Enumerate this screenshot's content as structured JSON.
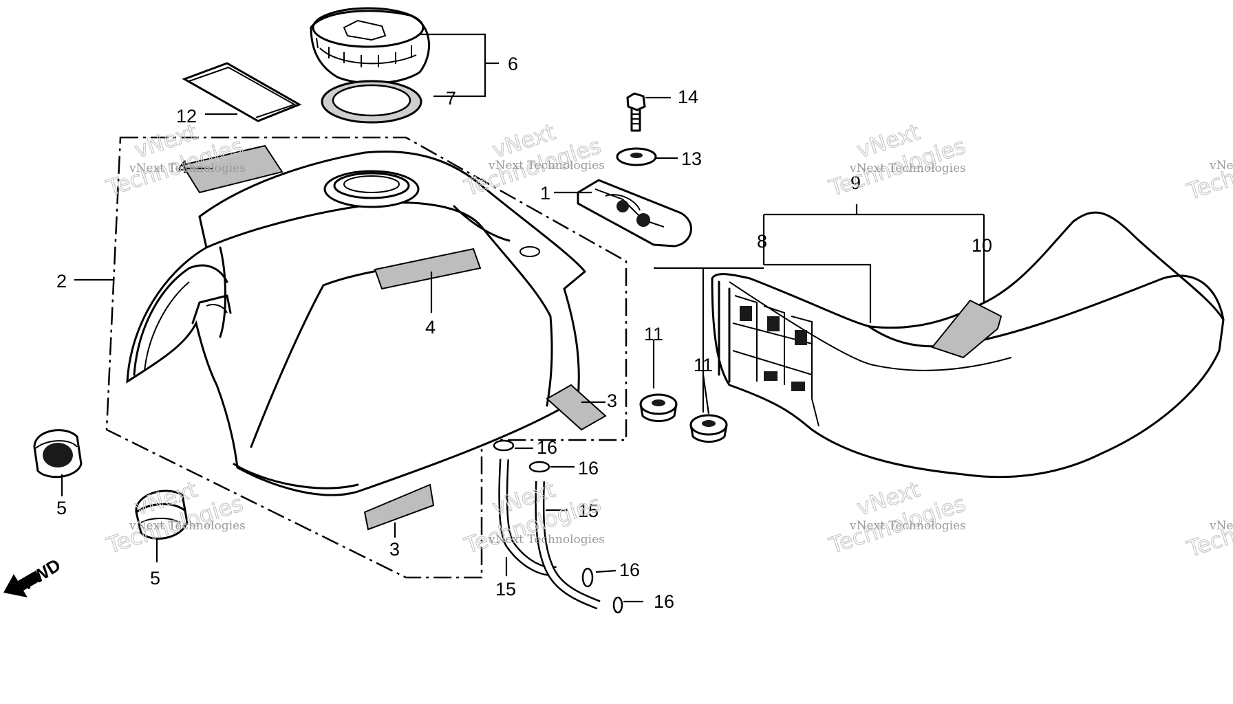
{
  "callouts": {
    "c1": "1",
    "c2": "2",
    "c3a": "3",
    "c3b": "3",
    "c4a": "4",
    "c4b": "4",
    "c5a": "5",
    "c5b": "5",
    "c6": "6",
    "c7": "7",
    "c8": "8",
    "c9": "9",
    "c10": "10",
    "c11a": "11",
    "c11b": "11",
    "c12": "12",
    "c13": "13",
    "c14": "14",
    "c15a": "15",
    "c15b": "15",
    "c16a": "16",
    "c16b": "16",
    "c16c": "16",
    "c16d": "16"
  },
  "fwd_label": "FWD",
  "watermark": {
    "line1": "vNext Technologies",
    "line2": "vNext",
    "line3": "Technologies"
  }
}
